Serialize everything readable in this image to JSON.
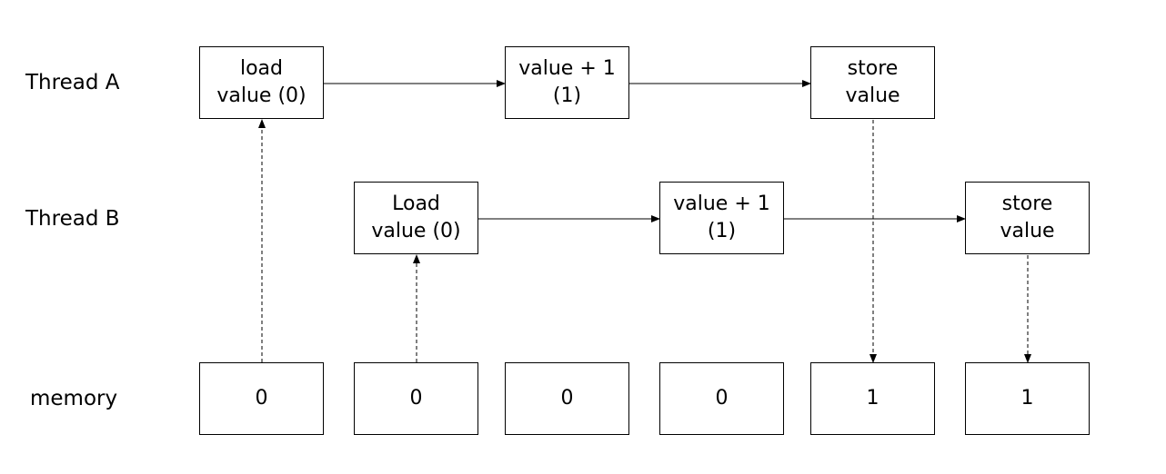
{
  "rows": {
    "thread_a": "Thread A",
    "thread_b": "Thread B",
    "memory": "memory"
  },
  "thread_a": {
    "load": {
      "line1": "load",
      "line2": "value (0)"
    },
    "increment": {
      "line1": "value + 1",
      "line2": "(1)"
    },
    "store": {
      "line1": "store",
      "line2": "value"
    }
  },
  "thread_b": {
    "load": {
      "line1": "Load",
      "line2": "value (0)"
    },
    "increment": {
      "line1": "value + 1",
      "line2": "(1)"
    },
    "store": {
      "line1": "store",
      "line2": "value"
    }
  },
  "memory": [
    "0",
    "0",
    "0",
    "0",
    "1",
    "1"
  ]
}
